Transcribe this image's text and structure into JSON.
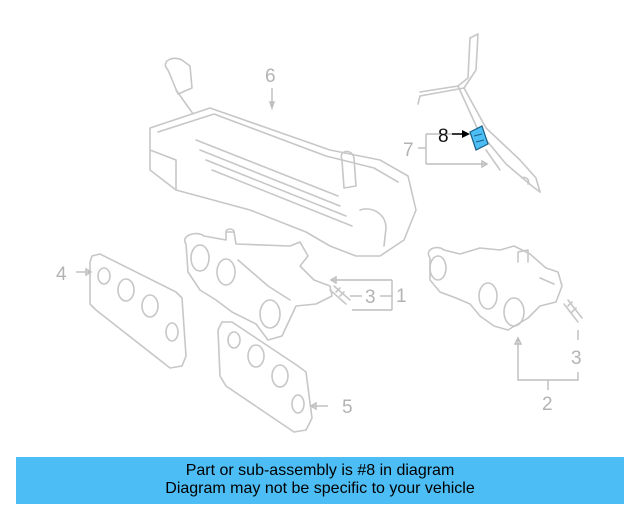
{
  "callouts": {
    "c1": "1",
    "c2": "2",
    "c3a": "3",
    "c3b": "3",
    "c4": "4",
    "c5": "5",
    "c6": "6",
    "c7": "7",
    "c8": "8"
  },
  "banner": {
    "line1": "Part or sub-assembly is #8 in diagram",
    "line2": "Diagram may not be specific to your vehicle"
  },
  "colors": {
    "highlight_part": "#4dbdf5",
    "banner_bg": "#4dbdf5",
    "line_art": "#c7c7c7"
  }
}
